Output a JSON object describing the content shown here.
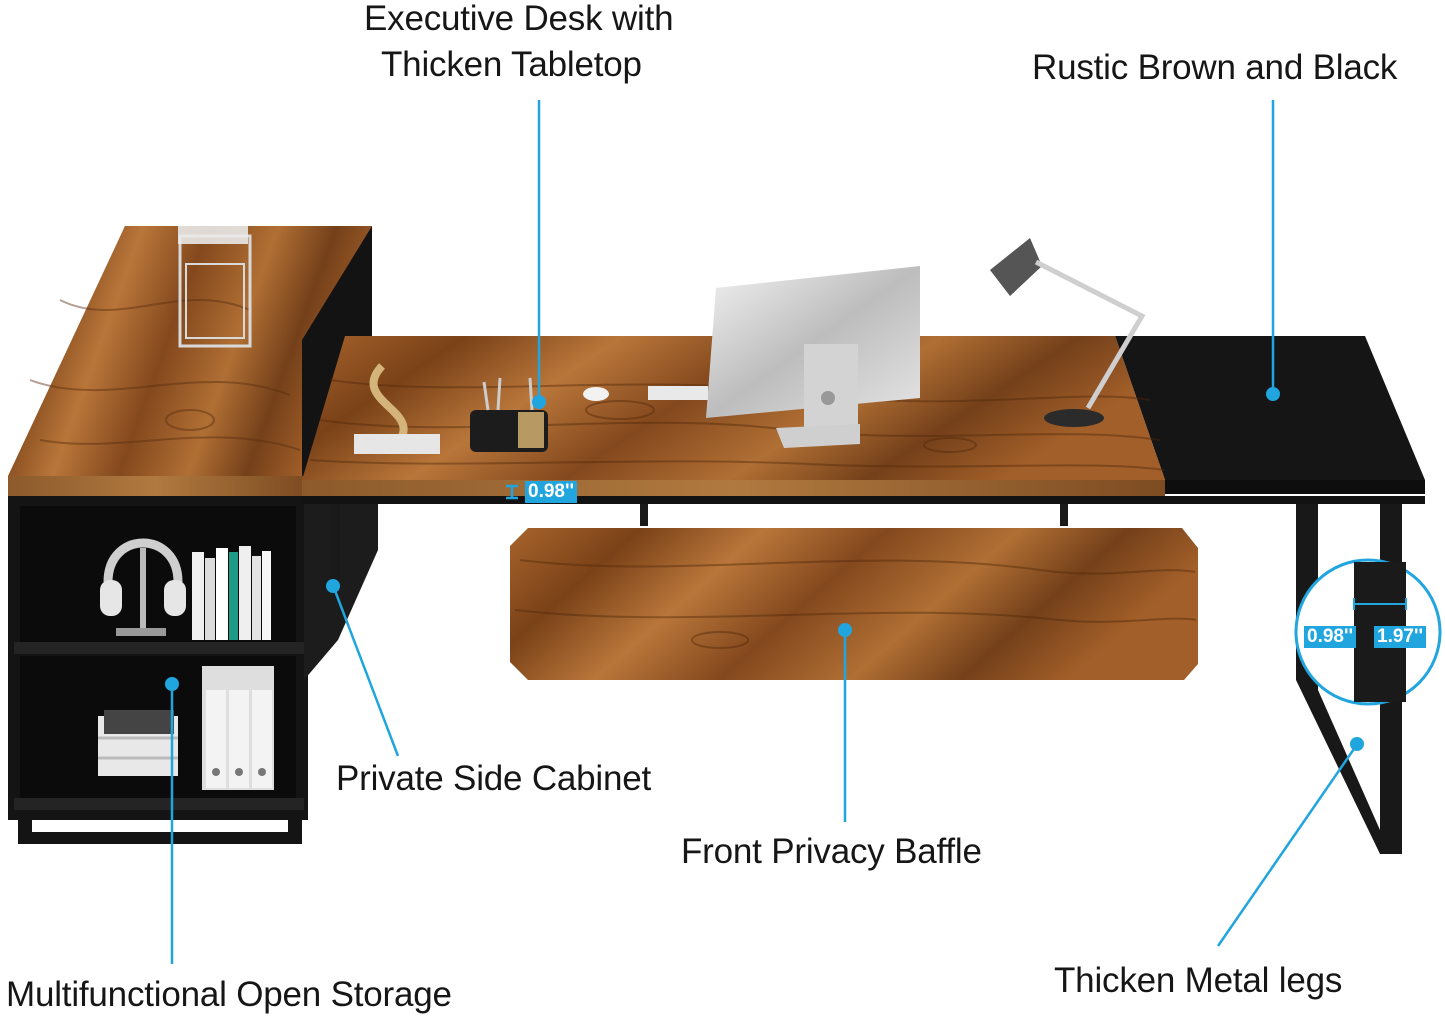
{
  "callouts": {
    "tabletop": [
      "Executive Desk with",
      "Thicken Tabletop"
    ],
    "colors": "Rustic Brown and Black",
    "cabinet": "Private Side Cabinet",
    "baffle": "Front Privacy Baffle",
    "storage": "Multifunctional Open Storage",
    "legs": "Thicken Metal legs"
  },
  "dimensions": {
    "tabletop_thickness": "0.98''",
    "leg_depth": "0.98''",
    "leg_width": "1.97''"
  },
  "colors_hex": {
    "accent": "#21a5de",
    "wood": "#8a4e1f",
    "black_panel": "#151515"
  },
  "icons": [
    "headphones-icon",
    "monitor-icon",
    "desk-lamp-icon",
    "pen-holder-icon",
    "books-icon",
    "file-folders-icon",
    "paper-tray-icon"
  ]
}
